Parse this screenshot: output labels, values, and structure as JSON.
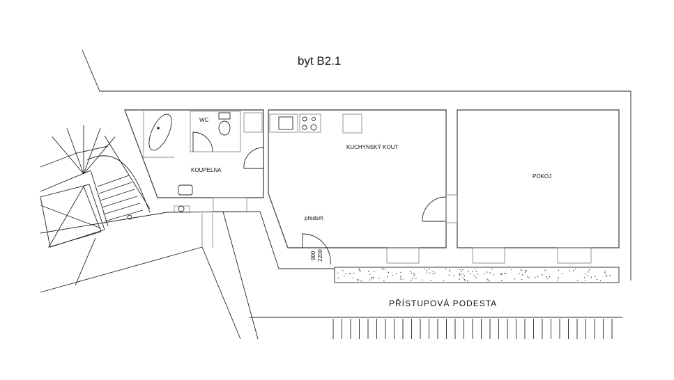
{
  "title": "byt B2.1",
  "rooms": {
    "wc": "WC",
    "bathroom": "KOUPELNA",
    "kitchen": "KUCHYNSKÝ KOUT",
    "room": "POKOJ",
    "hall": "předsíň"
  },
  "door_dims": {
    "width": "900",
    "height": "2200"
  },
  "landing": "PŘÍSTUPOVÁ PODESTA",
  "colors": {
    "lines": "#555555",
    "text": "#111111"
  }
}
